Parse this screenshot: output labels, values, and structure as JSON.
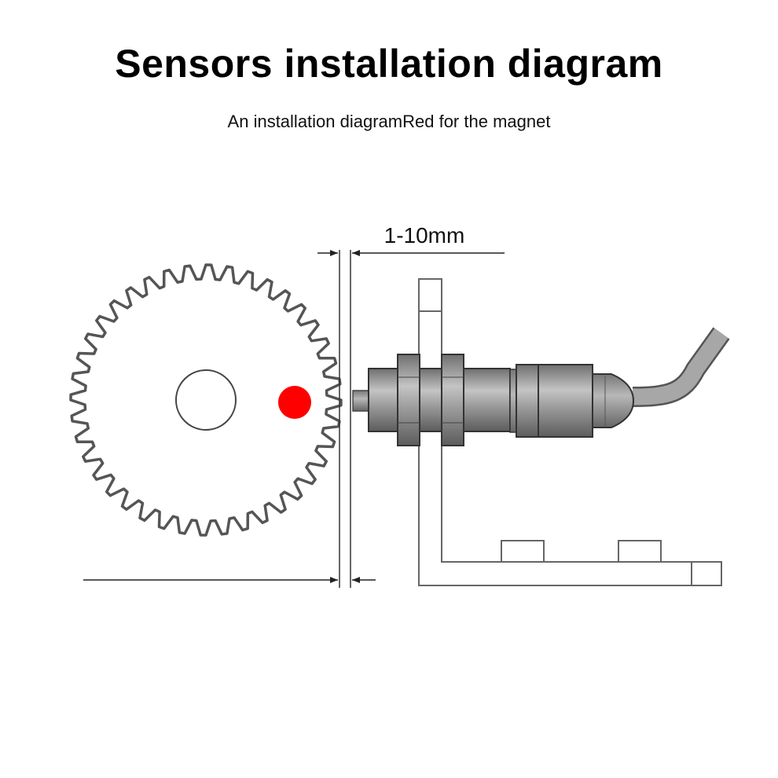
{
  "title": "Sensors installation diagram",
  "subtitle": "An installation diagramRed for the magnet",
  "gap_label": "1-10mm",
  "gear_teeth": 40,
  "colors": {
    "magnet": "#ff0000",
    "outline": "#555555",
    "sensor_body": "#a6a6a6",
    "sensor_dark": "#7a7a7a",
    "cable": "#8a8a8a"
  }
}
